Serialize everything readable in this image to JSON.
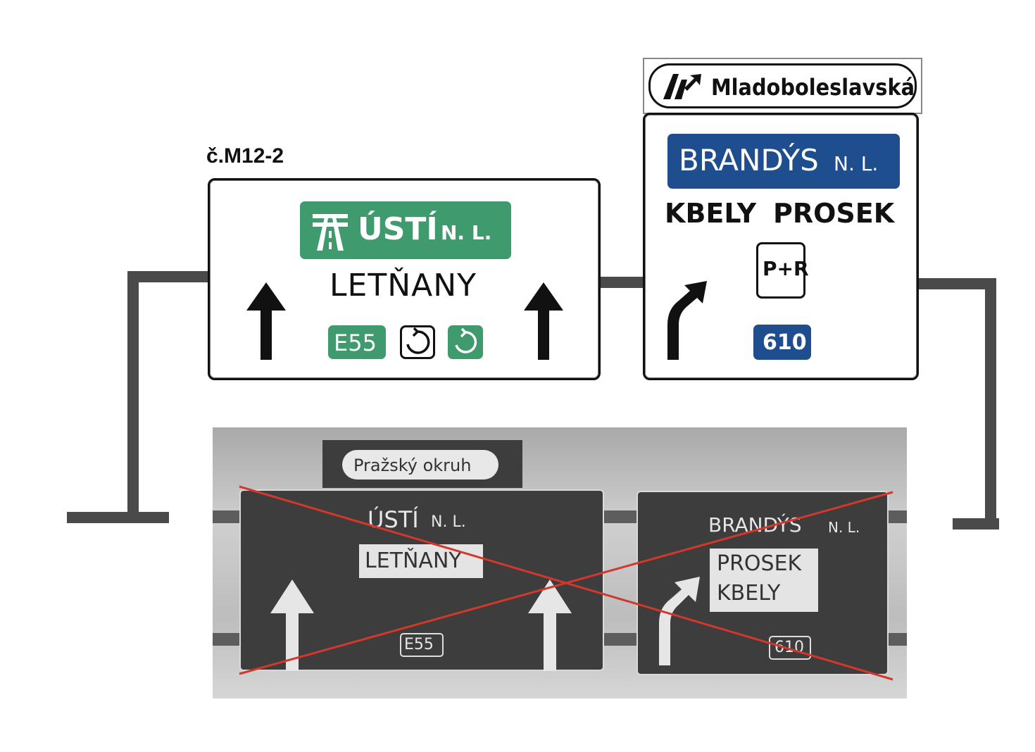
{
  "sign_code": "č.M12-2",
  "left_sign": {
    "highway_destination": "ÚSTÍ",
    "highway_suffix": "N. L.",
    "destination": "LETŇANY",
    "route_e": "E55",
    "ring_icons": [
      "ring-road-icon",
      "ring-road-icon"
    ],
    "arrow_icons": [
      "arrow-up-icon",
      "arrow-up-icon"
    ],
    "highway_icon": "motorway-icon"
  },
  "right_sign": {
    "header": "Mladoboleslavská",
    "header_icon": "exit-ramp-icon",
    "primary_destination": "BRANDÝS",
    "primary_suffix": "N. L.",
    "destination_1": "KBELY",
    "destination_2": "PROSEK",
    "parking": "P+R",
    "route_number": "610",
    "arrow_icon": "turn-right-arrow-icon"
  },
  "old_photo": {
    "header": "Pražský okruh",
    "left_dest": "ÚSTÍ",
    "left_suffix": "N. L.",
    "left_box": "LETŇANY",
    "left_route": "E55",
    "right_dest": "BRANDÝS",
    "right_suffix": "N. L.",
    "right_box_1": "PROSEK",
    "right_box_2": "KBELY",
    "right_route": "610",
    "cross_color": "#d2382b"
  },
  "colors": {
    "green": "#3f9a6e",
    "blue": "#1f4e8f",
    "gantry": "#4a4a4a"
  }
}
